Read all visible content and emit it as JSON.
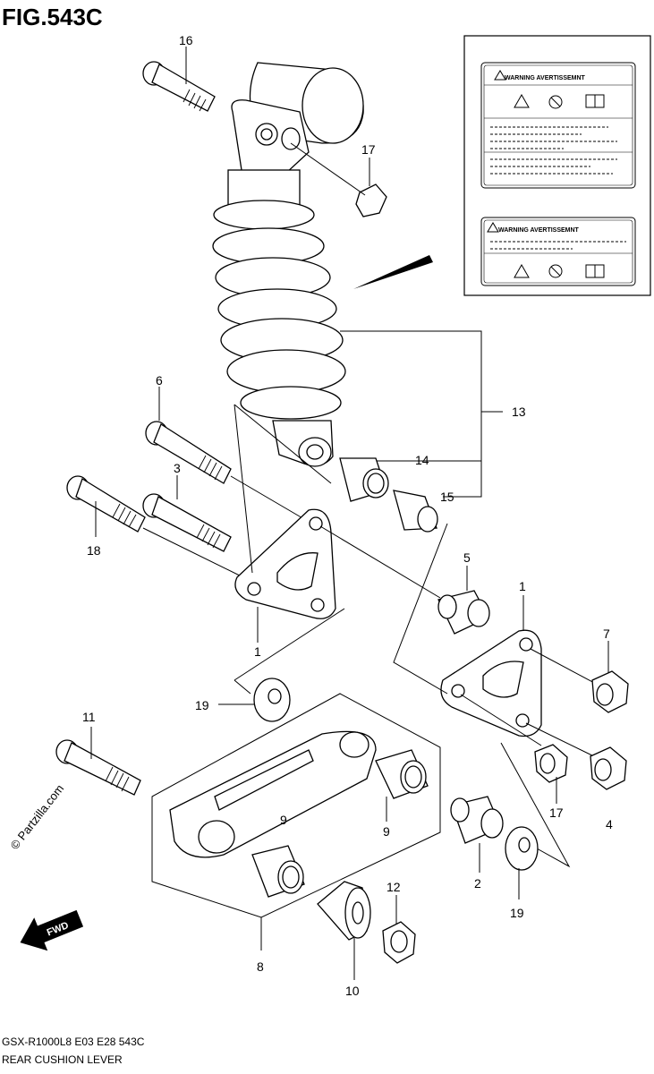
{
  "header": {
    "title": "FIG.543C"
  },
  "footer": {
    "model_code": "GSX-R1000L8  E03  E28  543C",
    "part_group": "REAR CUSHION LEVER"
  },
  "watermark": "© Partzilla.com",
  "fwd_label": "FWD",
  "warning_labels": [
    {
      "heading": "WARNING AVERTISSEMNT"
    },
    {
      "heading": "WARNING AVERTISSEMNT"
    }
  ],
  "callouts": {
    "c1a": "1",
    "c1b": "1",
    "c2": "2",
    "c3": "3",
    "c4": "4",
    "c5": "5",
    "c6": "6",
    "c7": "7",
    "c8": "8",
    "c9a": "9",
    "c9b": "9",
    "c10": "10",
    "c11": "11",
    "c12": "12",
    "c13": "13",
    "c14": "14",
    "c15": "15",
    "c16": "16",
    "c17a": "17",
    "c17b": "17",
    "c18": "18",
    "c19a": "19",
    "c19b": "19"
  }
}
